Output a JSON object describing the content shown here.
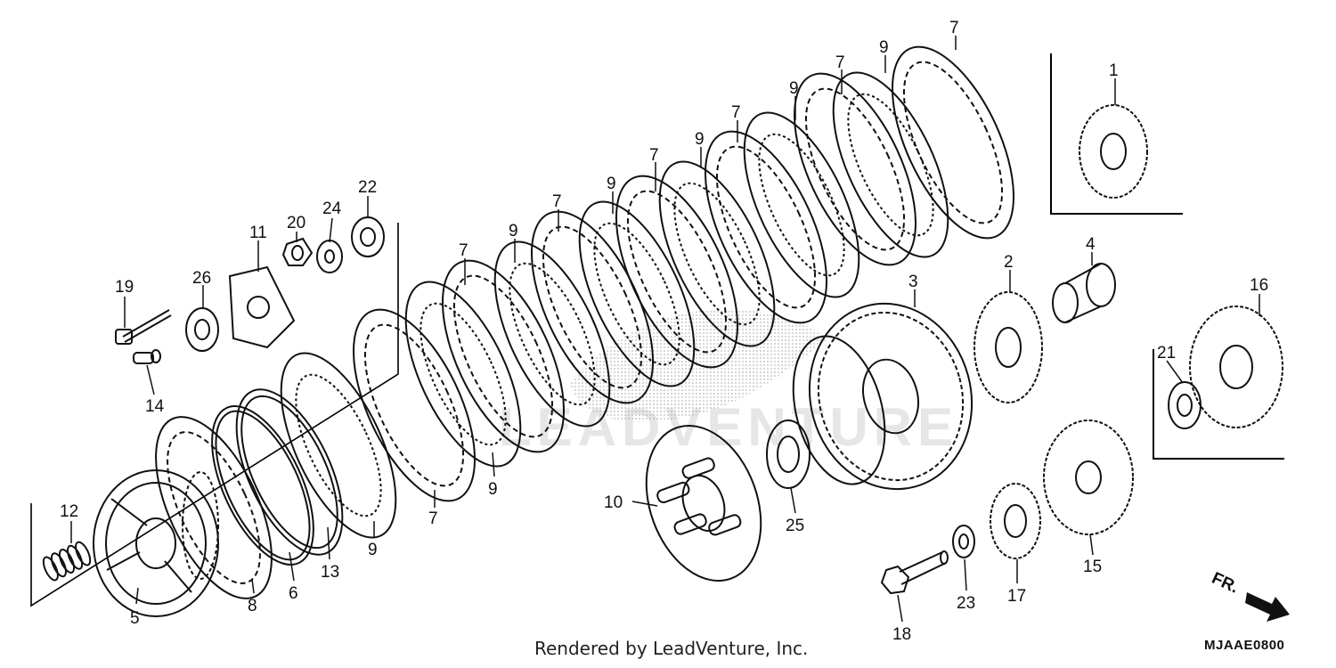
{
  "diagram": {
    "watermark": "LEADVENTURE",
    "labels": {
      "p1": "1",
      "p2": "2",
      "p3": "3",
      "p4": "4",
      "p5": "5",
      "p6": "6",
      "p7": "7",
      "p8": "8",
      "p9": "9",
      "p10": "10",
      "p11": "11",
      "p12": "12",
      "p13": "13",
      "p14": "14",
      "p15": "15",
      "p16": "16",
      "p17": "17",
      "p18": "18",
      "p19": "19",
      "p20": "20",
      "p21": "21",
      "p22": "22",
      "p23": "23",
      "p24": "24",
      "p25": "25",
      "p26": "26"
    },
    "direction_label": "FR.",
    "footer_credit": "Rendered by LeadVenture, Inc.",
    "diagram_code": "MJAAE0800"
  }
}
